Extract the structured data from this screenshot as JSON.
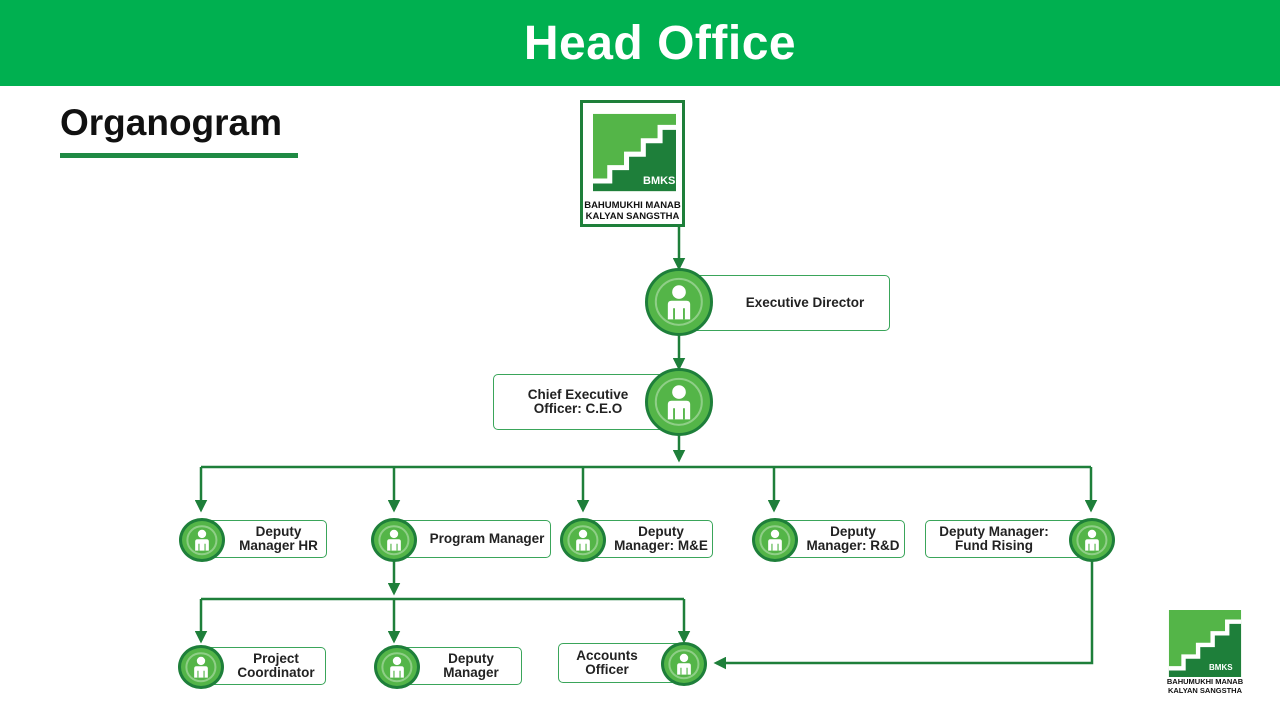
{
  "header": {
    "title": "Head Office"
  },
  "section": {
    "title": "Organogram"
  },
  "logo": {
    "brand": "BMKS",
    "line1": "BAHUMUKHI MANAB",
    "line2": "KALYAN SANGSTHA"
  },
  "colors": {
    "banner": "#00b050",
    "accent": "#1e7f3a",
    "avatar_fill": "#54b548",
    "box_border": "#3aa55a"
  },
  "nodes": {
    "executive_director": "Executive Director",
    "ceo": "Chief Executive Officer: C.E.O",
    "deputy_manager_hr": "Deputy Manager HR",
    "program_manager": "Program Manager",
    "deputy_manager_me": "Deputy Manager: M&E",
    "deputy_manager_rd": "Deputy Manager: R&D",
    "deputy_manager_fund": "Deputy Manager: Fund Rising",
    "project_coordinator": "Project Coordinator",
    "deputy_manager": "Deputy Manager",
    "accounts_officer": "Accounts Officer"
  }
}
